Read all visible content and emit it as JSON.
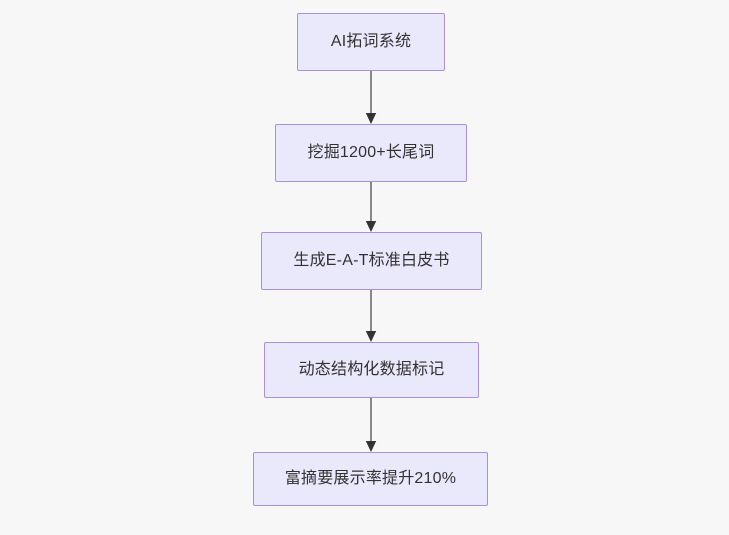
{
  "diagram": {
    "type": "flowchart",
    "direction": "top-to-bottom",
    "background_color": "#f7f7f8",
    "node_fill_color": "#eae8fb",
    "node_border_color": "#ac8fdc",
    "text_color": "#323232",
    "connector_color": "#888888",
    "arrowhead_color": "#333333",
    "nodes": [
      {
        "id": "n0",
        "label": "AI拓词系统"
      },
      {
        "id": "n1",
        "label": "挖掘1200+长尾词"
      },
      {
        "id": "n2",
        "label": "生成E-A-T标准白皮书"
      },
      {
        "id": "n3",
        "label": "动态结构化数据标记"
      },
      {
        "id": "n4",
        "label": "富摘要展示率提升210%"
      }
    ],
    "edges": [
      {
        "id": "e0",
        "from": "n0",
        "to": "n1",
        "label": ""
      },
      {
        "id": "e1",
        "from": "n1",
        "to": "n2",
        "label": ""
      },
      {
        "id": "e2",
        "from": "n2",
        "to": "n3",
        "label": ""
      },
      {
        "id": "e3",
        "from": "n3",
        "to": "n4",
        "label": ""
      }
    ]
  }
}
